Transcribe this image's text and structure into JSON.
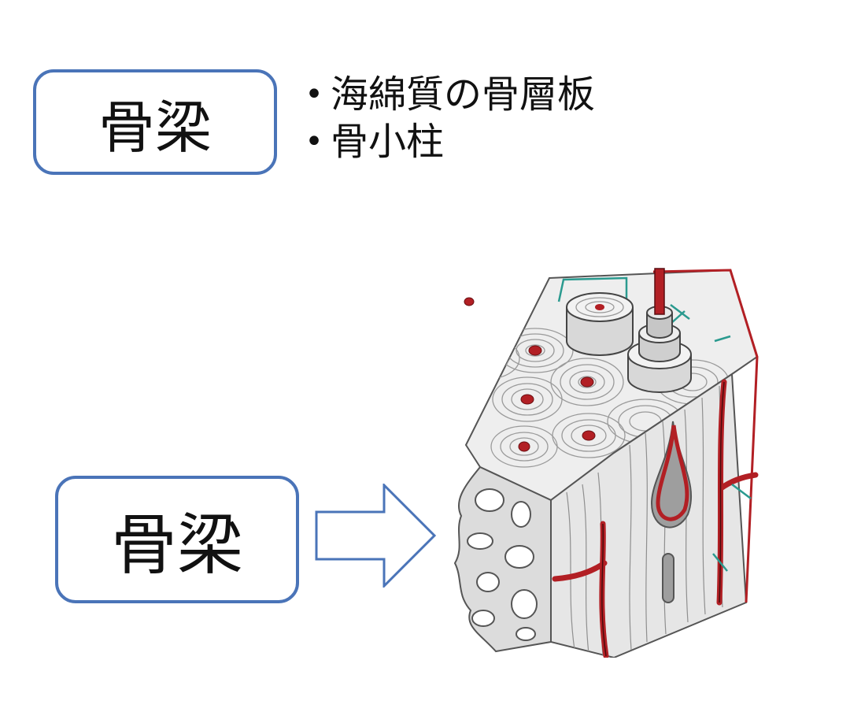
{
  "top_box": {
    "label": "骨梁"
  },
  "bullet_list": {
    "items": [
      "海綿質の骨層板",
      "骨小柱"
    ]
  },
  "bottom_box": {
    "label": "骨梁"
  },
  "colors": {
    "box_border": "#4a74b8",
    "vessel_red": "#b21f24",
    "periosteum_line": "#2a9a8f",
    "bone_fill": "#e3e3e3"
  }
}
